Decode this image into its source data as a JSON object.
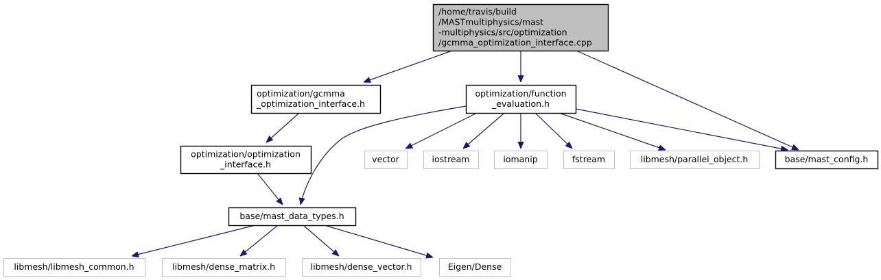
{
  "diagram": {
    "type": "include-dependency-graph",
    "colors": {
      "edge": "#191970",
      "root_fill": "#bfbfbf",
      "root_border": "#000000",
      "documented_border": "#000000",
      "external_border": "#bfbfbf",
      "node_fill": "#ffffff"
    },
    "nodes": [
      {
        "id": "root",
        "kind": "root",
        "lines": [
          "/home/travis/build",
          "/MASTmultiphysics/mast",
          "-multiphysics/src/optimization",
          "/gcmma_optimization_interface.cpp"
        ],
        "align": "left"
      },
      {
        "id": "gcmma_h",
        "kind": "documented",
        "lines": [
          "optimization/gcmma",
          "_optimization_interface.h"
        ],
        "align": "left"
      },
      {
        "id": "funceval_h",
        "kind": "documented",
        "lines": [
          "optimization/function",
          "_evaluation.h"
        ],
        "align": "center"
      },
      {
        "id": "optint_h",
        "kind": "documented",
        "lines": [
          "optimization/optimization",
          "_interface.h"
        ],
        "align": "center"
      },
      {
        "id": "vector",
        "kind": "external",
        "lines": [
          "vector"
        ],
        "align": "center"
      },
      {
        "id": "iostream",
        "kind": "external",
        "lines": [
          "iostream"
        ],
        "align": "center"
      },
      {
        "id": "iomanip",
        "kind": "external",
        "lines": [
          "iomanip"
        ],
        "align": "center"
      },
      {
        "id": "fstream",
        "kind": "external",
        "lines": [
          "fstream"
        ],
        "align": "center"
      },
      {
        "id": "parallel_object",
        "kind": "external",
        "lines": [
          "libmesh/parallel_object.h"
        ],
        "align": "center"
      },
      {
        "id": "mast_config",
        "kind": "documented",
        "lines": [
          "base/mast_config.h"
        ],
        "align": "center"
      },
      {
        "id": "mast_data_types",
        "kind": "documented",
        "lines": [
          "base/mast_data_types.h"
        ],
        "align": "center"
      },
      {
        "id": "libmesh_common",
        "kind": "external",
        "lines": [
          "libmesh/libmesh_common.h"
        ],
        "align": "center"
      },
      {
        "id": "dense_matrix",
        "kind": "external",
        "lines": [
          "libmesh/dense_matrix.h"
        ],
        "align": "center"
      },
      {
        "id": "dense_vector",
        "kind": "external",
        "lines": [
          "libmesh/dense_vector.h"
        ],
        "align": "center"
      },
      {
        "id": "eigen_dense",
        "kind": "external",
        "lines": [
          "Eigen/Dense"
        ],
        "align": "center"
      }
    ],
    "edges": [
      {
        "from": "root",
        "to": "gcmma_h"
      },
      {
        "from": "root",
        "to": "funceval_h"
      },
      {
        "from": "root",
        "to": "mast_config"
      },
      {
        "from": "gcmma_h",
        "to": "optint_h"
      },
      {
        "from": "optint_h",
        "to": "mast_data_types"
      },
      {
        "from": "funceval_h",
        "to": "mast_data_types"
      },
      {
        "from": "funceval_h",
        "to": "vector"
      },
      {
        "from": "funceval_h",
        "to": "iostream"
      },
      {
        "from": "funceval_h",
        "to": "iomanip"
      },
      {
        "from": "funceval_h",
        "to": "fstream"
      },
      {
        "from": "funceval_h",
        "to": "parallel_object"
      },
      {
        "from": "funceval_h",
        "to": "mast_config"
      },
      {
        "from": "mast_data_types",
        "to": "libmesh_common"
      },
      {
        "from": "mast_data_types",
        "to": "dense_matrix"
      },
      {
        "from": "mast_data_types",
        "to": "dense_vector"
      },
      {
        "from": "mast_data_types",
        "to": "eigen_dense"
      }
    ]
  }
}
